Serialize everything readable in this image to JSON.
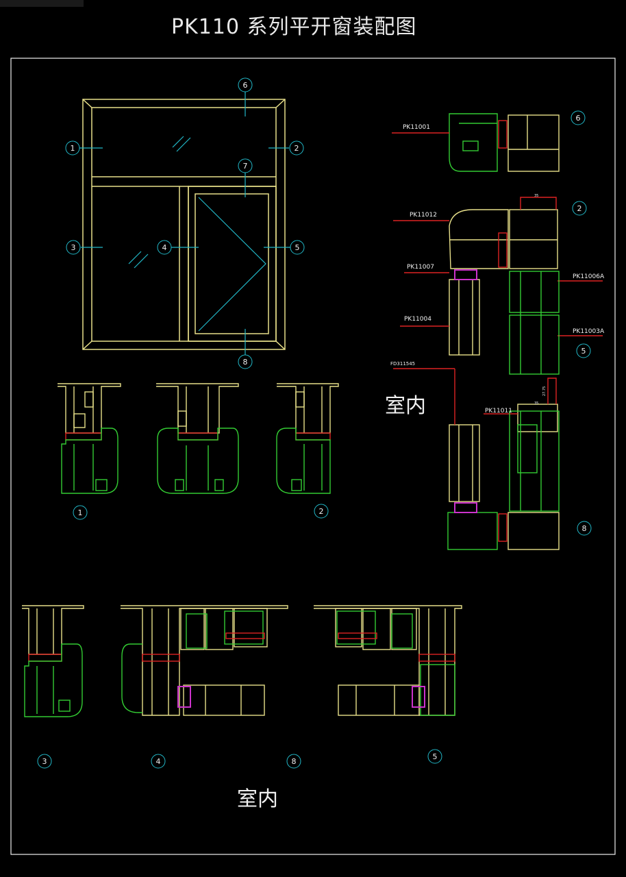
{
  "title": "PK110 系列平开窗装配图",
  "indoor_label": "室内",
  "callouts": {
    "c1": "1",
    "c2": "2",
    "c3": "3",
    "c4": "4",
    "c5": "5",
    "c6": "6",
    "c7": "7",
    "c8": "8"
  },
  "part_labels": {
    "pk11001": "PK11001",
    "pk11012": "PK11012",
    "pk11007": "PK11007",
    "pk11006a": "PK11006A",
    "pk11004": "PK11004",
    "pk11003a": "PK11003A",
    "fd311545": "FD311545",
    "pk11011": "PK11011"
  },
  "dimensions": {
    "d35a": "35",
    "d35b": "35",
    "d27": "27.75"
  },
  "colors": {
    "background": "#000000",
    "frame_yellow": "#e8e08a",
    "profile_green": "#33cc33",
    "gasket_red": "#dd2222",
    "cyan_lines": "#22b8c8",
    "magenta": "#cc33cc",
    "white": "#f0f0f0"
  }
}
